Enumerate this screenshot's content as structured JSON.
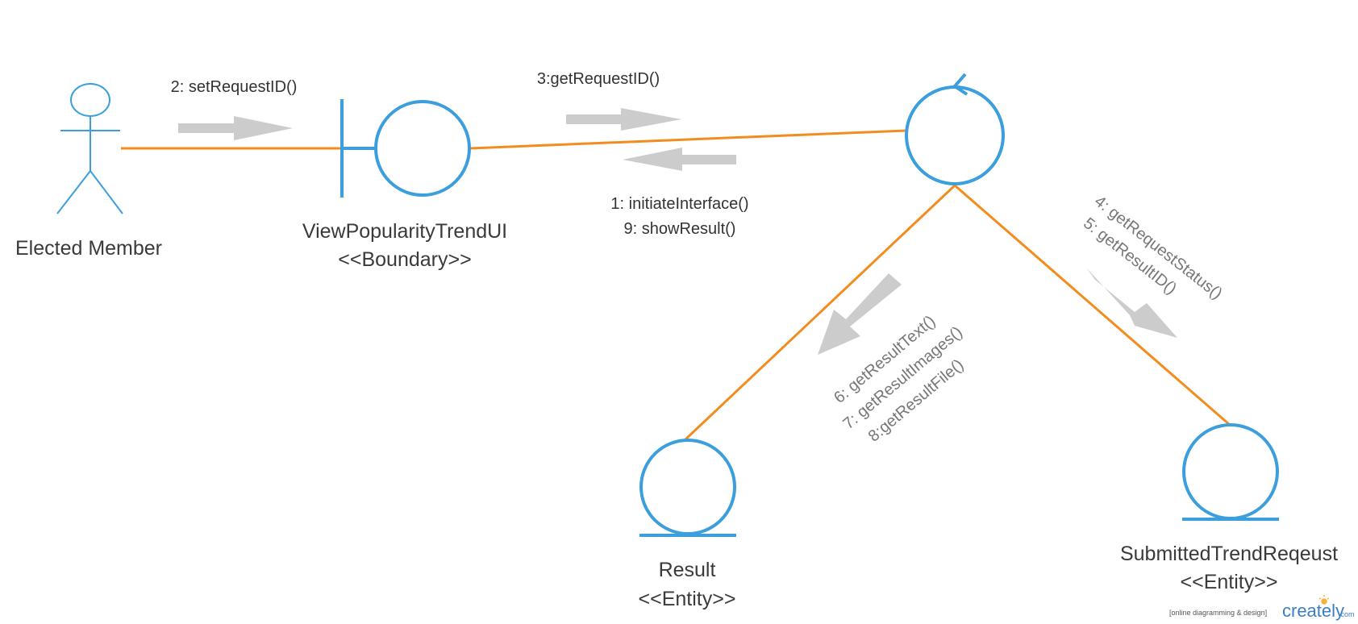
{
  "nodes": {
    "actor": {
      "name": "Elected Member"
    },
    "boundary": {
      "name": "ViewPopularityTrendUI",
      "stereotype": "<<Boundary>>"
    },
    "result": {
      "name": "Result",
      "stereotype": "<<Entity>>"
    },
    "submitted": {
      "name": "SubmittedTrendReqeust",
      "stereotype": "<<Entity>>"
    }
  },
  "messages": {
    "actor_to_boundary": [
      "2: setRequestID()"
    ],
    "boundary_to_control": [
      "3:getRequestID()"
    ],
    "control_to_boundary": [
      "1: initiateInterface()",
      "9: showResult()"
    ],
    "control_to_submitted": [
      "4: getRequestStatus()",
      "5: getResultID()"
    ],
    "control_to_result": [
      "6: getResultText()",
      "7: getResultImages()",
      "8:getResultFile()"
    ]
  },
  "watermark": {
    "tagline": "[online diagramming & design]",
    "brand": "creately",
    "suffix": ".com"
  },
  "colors": {
    "connector": "#f28c1e",
    "shape": "#3a9fdc",
    "arrow": "#cccccc"
  }
}
